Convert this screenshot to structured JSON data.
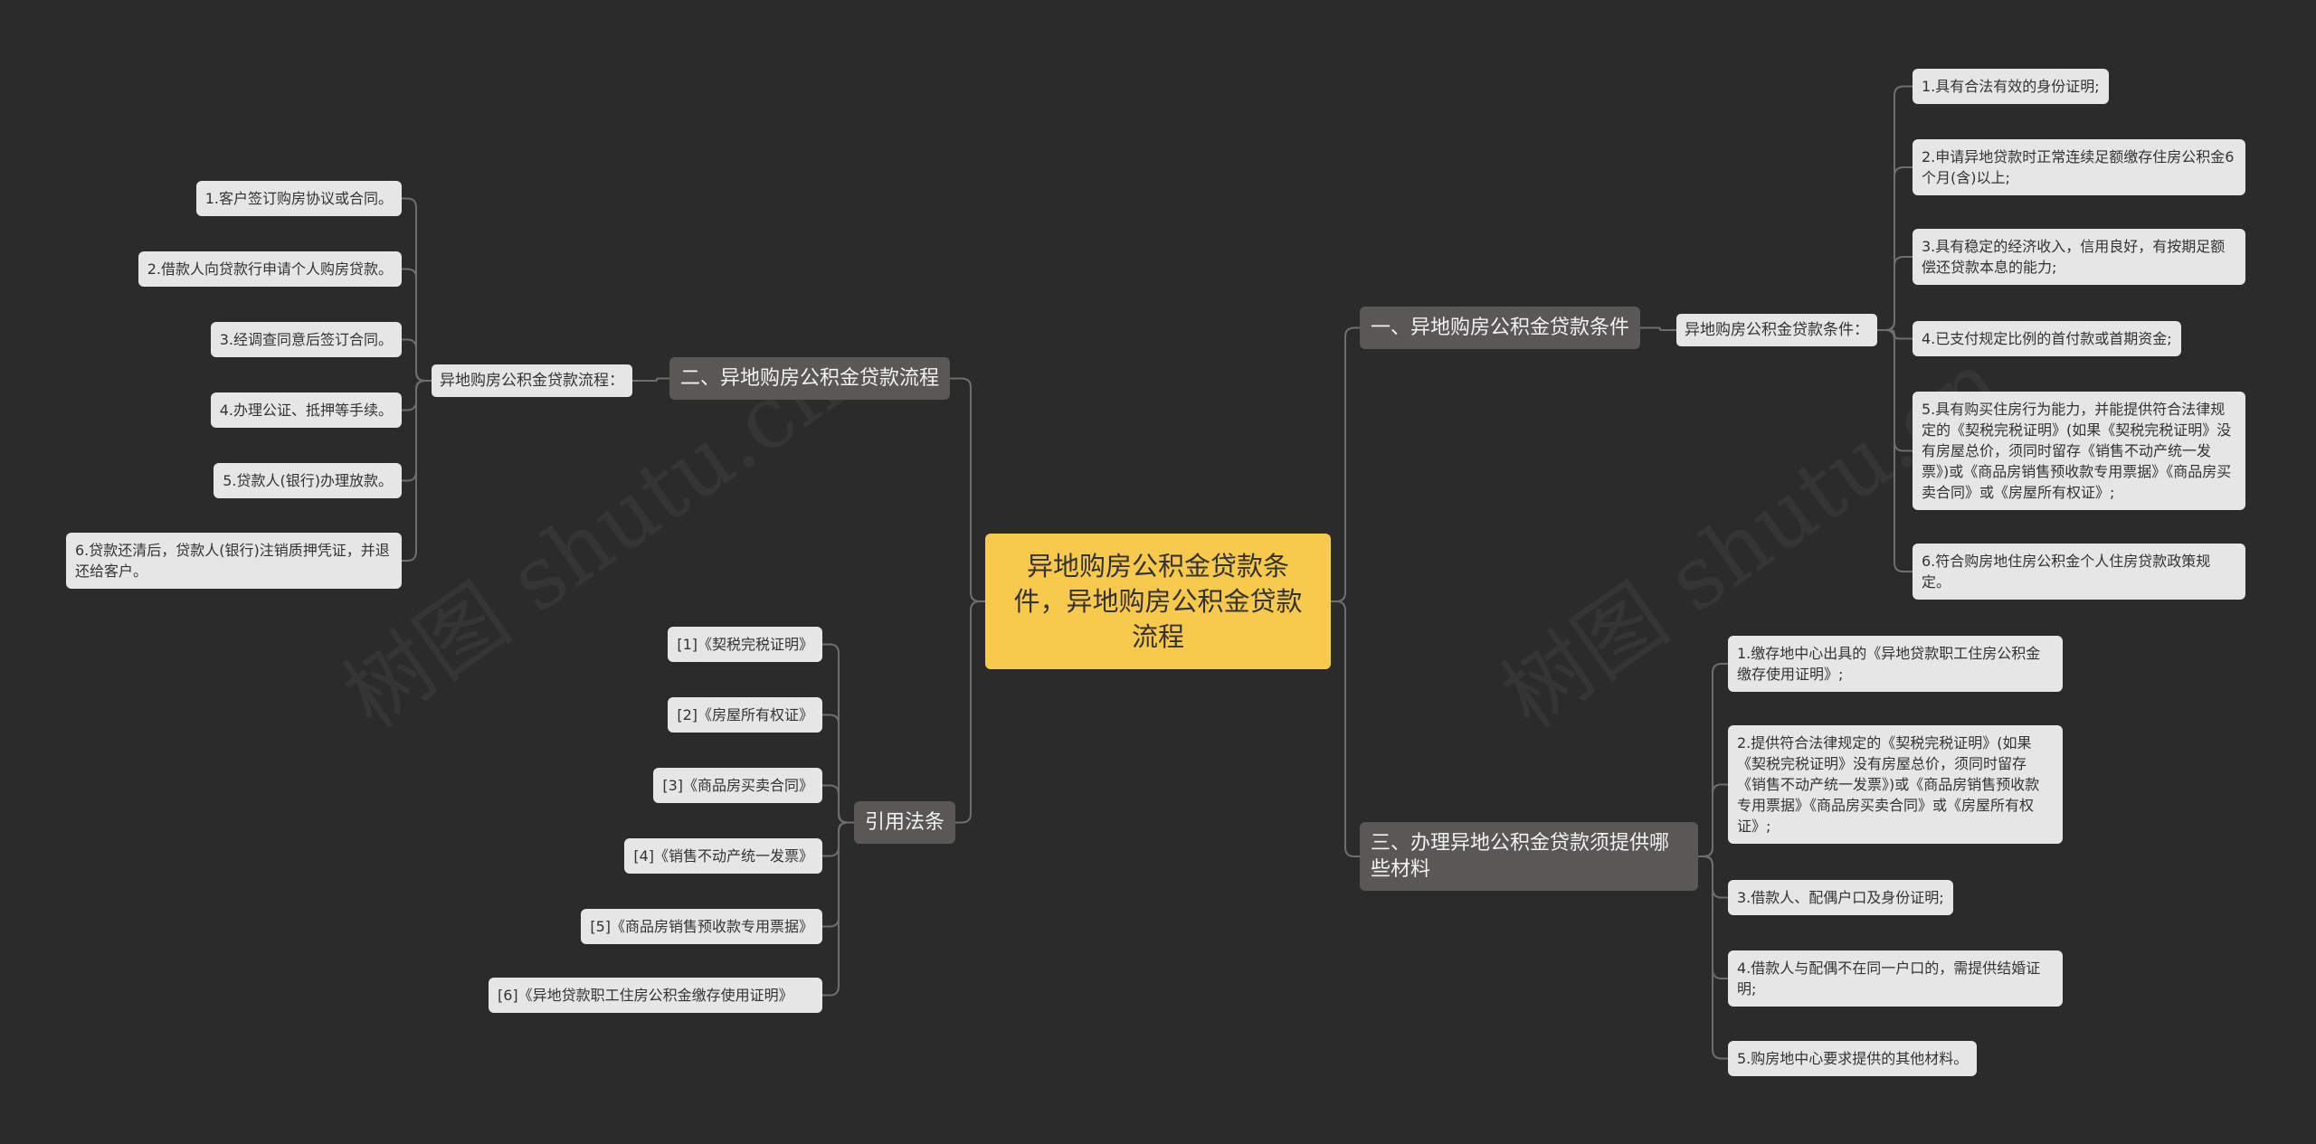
{
  "root": {
    "title": "异地购房公积金贷款条件，异地购房公积金贷款流程"
  },
  "branch_conditions": {
    "label": "一、异地购房公积金贷款条件",
    "mid": "异地购房公积金贷款条件：",
    "items": [
      "1.具有合法有效的身份证明;",
      "2.申请异地贷款时正常连续足额缴存住房公积金6个月(含)以上;",
      "3.具有稳定的经济收入，信用良好，有按期足额偿还贷款本息的能力;",
      "4.已支付规定比例的首付款或首期资金;",
      "5.具有购买住房行为能力，并能提供符合法律规定的《契税完税证明》(如果《契税完税证明》没有房屋总价，须同时留存《销售不动产统一发票》)或《商品房销售预收款专用票据》《商品房买卖合同》或《房屋所有权证》;",
      "6.符合购房地住房公积金个人住房贷款政策规定。"
    ]
  },
  "branch_process": {
    "label": "二、异地购房公积金贷款流程",
    "mid": "异地购房公积金贷款流程：",
    "items": [
      "1.客户签订购房协议或合同。",
      "2.借款人向贷款行申请个人购房贷款。",
      "3.经调查同意后签订合同。",
      "4.办理公证、抵押等手续。",
      "5.贷款人(银行)办理放款。",
      "6.贷款还清后，贷款人(银行)注销质押凭证，并退还给客户。"
    ]
  },
  "branch_materials": {
    "label": "三、办理异地公积金贷款须提供哪些材料",
    "items": [
      "1.缴存地中心出具的《异地贷款职工住房公积金缴存使用证明》;",
      "2.提供符合法律规定的《契税完税证明》(如果《契税完税证明》没有房屋总价，须同时留存《销售不动产统一发票》)或《商品房销售预收款专用票据》《商品房买卖合同》或《房屋所有权证》;",
      "3.借款人、配偶户口及身份证明;",
      "4.借款人与配偶不在同一户口的，需提供结婚证明;",
      "5.购房地中心要求提供的其他材料。"
    ]
  },
  "branch_refs": {
    "label": "引用法条",
    "items": [
      "[1]《契税完税证明》",
      "[2]《房屋所有权证》",
      "[3]《商品房买卖合同》",
      "[4]《销售不动产统一发票》",
      "[5]《商品房销售预收款专用票据》",
      "[6]《异地贷款职工住房公积金缴存使用证明》"
    ]
  },
  "watermark": {
    "text": "树图 shutu.cn"
  },
  "colors": {
    "background": "#2b2b2b",
    "root": "#f7c94c",
    "branch": "#5a5757",
    "leaf": "#e6e6e6",
    "line": "#6e6e6e"
  }
}
